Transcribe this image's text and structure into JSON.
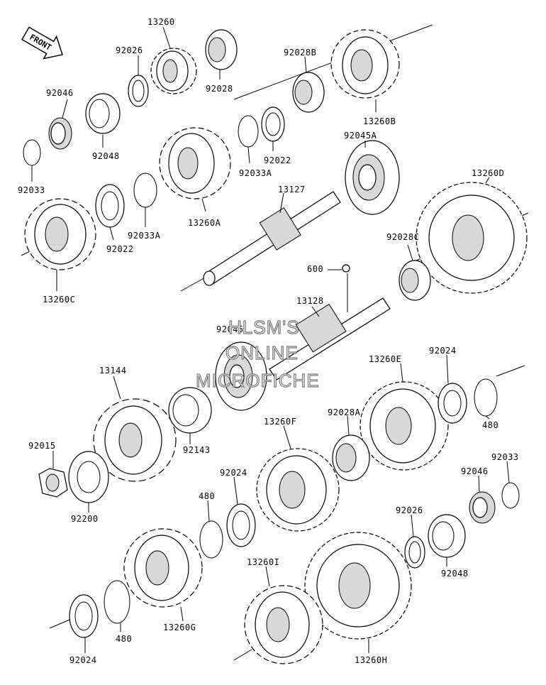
{
  "diagram": {
    "front_label": "FRONT",
    "watermark": [
      "HLSM'S",
      "ONLINE",
      "MICROFICHE"
    ],
    "labels": {
      "p13260": "13260",
      "p92026a": "92026",
      "p92028": "92028",
      "p92028b": "92028B",
      "p13260b": "13260B",
      "p92046a": "92046",
      "p92048a": "92048",
      "p92033a": "92033",
      "p92033A1": "92033A",
      "p92022a": "92022",
      "p92045a": "92045A",
      "p13260a": "13260A",
      "p13127": "13127",
      "p13260d": "13260D",
      "p92022b": "92022",
      "p92033A2": "92033A",
      "p13260c": "13260C",
      "p92028c": "92028C",
      "p600": "600",
      "p13128": "13128",
      "p92045": "92045",
      "p13144": "13144",
      "p13260e": "13260E",
      "p92024a": "92024",
      "p92015": "92015",
      "p92143": "92143",
      "p92028a": "92028A",
      "p480a": "480",
      "p13260f": "13260F",
      "p92200": "92200",
      "p92033b": "92033",
      "p92024b": "92024",
      "p480b": "480",
      "p92046b": "92046",
      "p92026b": "92026",
      "p92048b": "92048",
      "p13260i": "13260I",
      "p480c": "480",
      "p13260g": "13260G",
      "p92024c": "92024",
      "p13260h": "13260H"
    }
  }
}
